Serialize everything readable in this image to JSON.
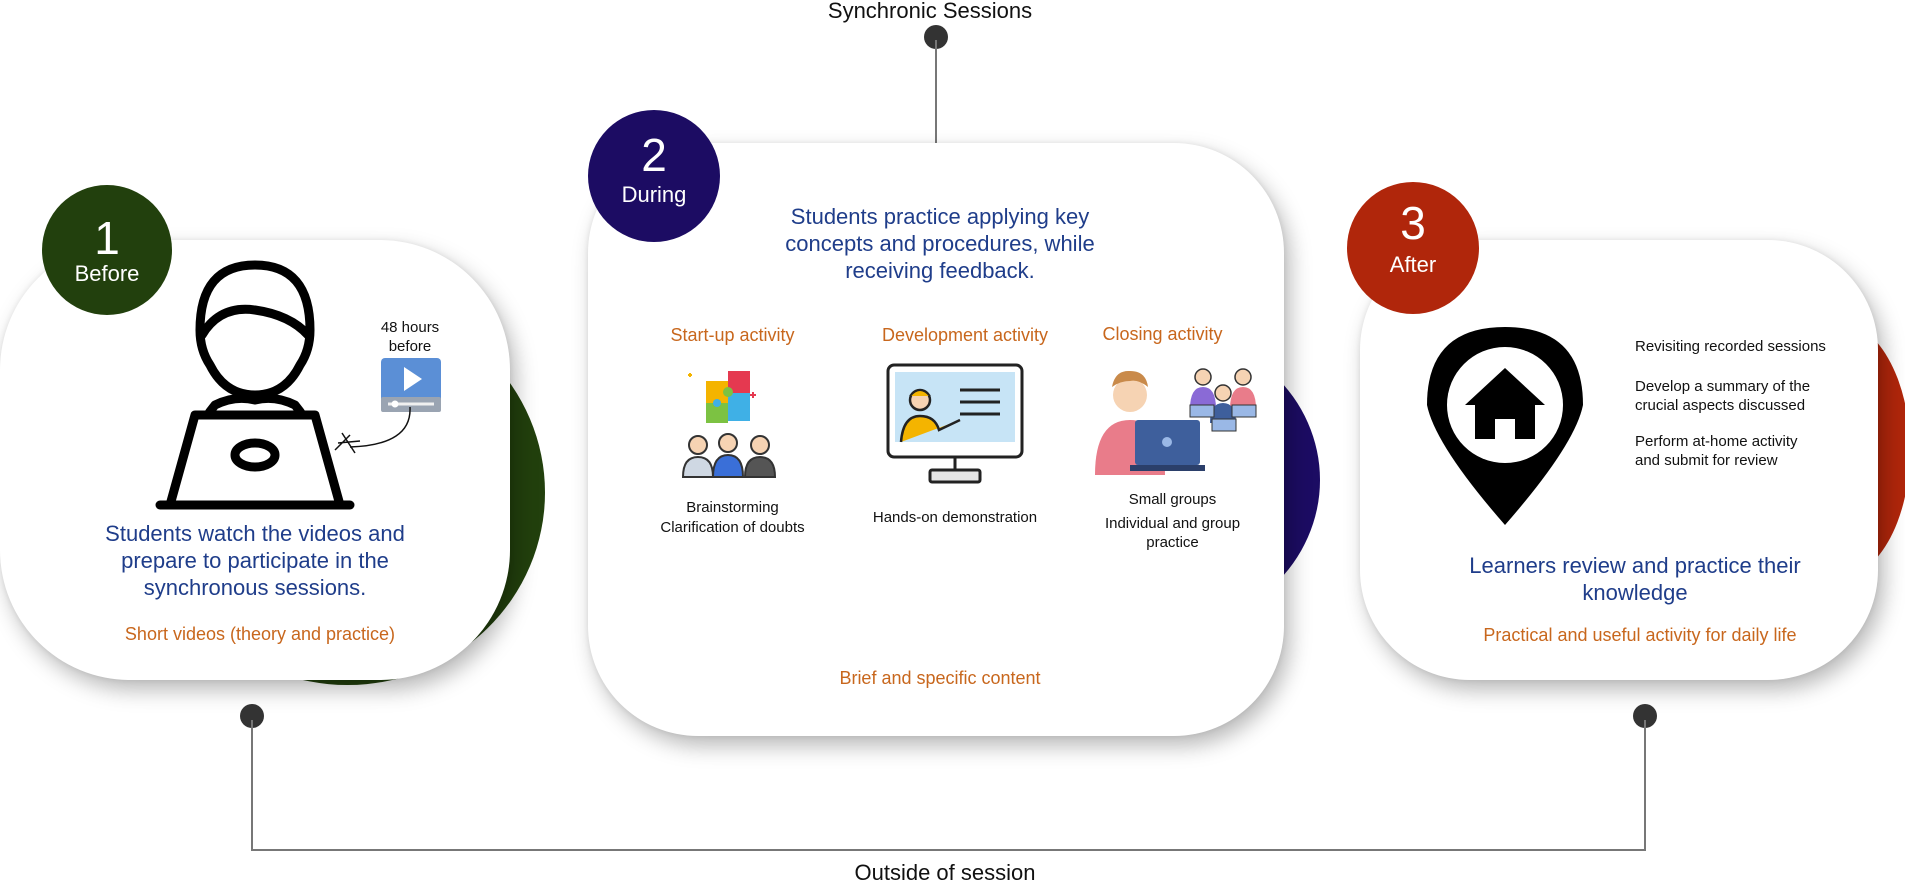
{
  "colors": {
    "before": "#22400d",
    "during": "#1c0c63",
    "after": "#b0260b",
    "heading_blue": "#1f3d8a",
    "label_orange": "#c8671d"
  },
  "top_label": "Synchronic Sessions",
  "bottom_label": "Outside of session",
  "before": {
    "number": "1",
    "label": "Before",
    "badge": "48 hours before",
    "description": "Students watch the videos and prepare to participate in the synchronous sessions.",
    "footer": "Short videos (theory and practice)",
    "icons": [
      "student-laptop-icon",
      "video-player-icon"
    ]
  },
  "during": {
    "number": "2",
    "label": "During",
    "description": "Students practice applying key concepts and procedures, while receiving feedback.",
    "activities": [
      {
        "title": "Start-up activity",
        "lines": [
          "Brainstorming",
          "Clarification of doubts"
        ],
        "icon": "puzzle-team-icon"
      },
      {
        "title": "Development activity",
        "lines": [
          "Hands-on demonstration"
        ],
        "icon": "monitor-presenter-icon"
      },
      {
        "title": "Closing activity",
        "lines": [
          "Small groups",
          "Individual and group practice"
        ],
        "icon": "group-laptop-icon"
      }
    ],
    "footer": "Brief and specific content"
  },
  "after": {
    "number": "3",
    "label": "After",
    "items": [
      "Revisiting recorded sessions",
      "Develop a summary of the crucial aspects discussed",
      "Perform at-home activity and submit for review"
    ],
    "description": "Learners review and practice their knowledge",
    "footer": "Practical and useful activity for daily life",
    "icon": "home-location-pin-icon"
  }
}
